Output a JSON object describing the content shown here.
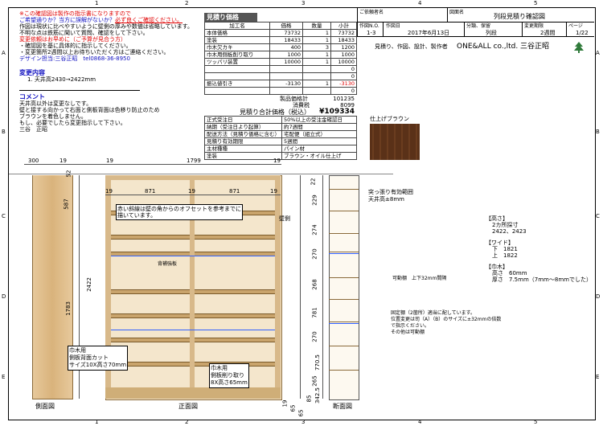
{
  "frame": {
    "cols": [
      "1",
      "2",
      "3",
      "4",
      "5"
    ],
    "rows": [
      "A",
      "B",
      "C",
      "D",
      "E"
    ]
  },
  "notice": {
    "lines": [
      {
        "text": "※この確認図は製作の指示書になりますので",
        "color": "red"
      },
      {
        "text": "ご希望通りか？当方に誤解がないか？",
        "color": "blue",
        "tail": "必ず良くご確認ください。",
        "tail_color": "red"
      },
      {
        "text": "作図は現状に比べやすいように壁側の厚みや数値は省略しています。",
        "color": "black"
      },
      {
        "text": "不明な点は鉄筋に聞いて質問、確認をして下さい。",
        "color": "black"
      },
      {
        "text": "変更依頼はお早めに（ご予算が見合う方）",
        "color": "red"
      },
      {
        "text": "・確認図を基に具体的に指示してください。",
        "color": "black"
      },
      {
        "text": "・変更箇所2週間以上お待ちいただく方はご連絡ください。",
        "color": "black"
      },
      {
        "text": "デザイン担当:三谷正昭　tel0868-36-8950",
        "color": "blue"
      }
    ]
  },
  "changes": {
    "title": "変更内容",
    "items": [
      "1. 天井高2430→2422mm"
    ]
  },
  "comment": {
    "title": "コメント",
    "lines": [
      "天井高以外は変更なしです。",
      "壁と接する向かって右面と側板背面は色移り防止のため",
      "ブラウンを着色しません。",
      "もし、必要でしたら変更指示して下さい。",
      "三谷　正昭"
    ]
  },
  "estimate": {
    "title": "見積り価格",
    "headers": [
      "加工名",
      "価格",
      "数量",
      "小計"
    ],
    "rows": [
      {
        "name": "本体価格",
        "price": "73732",
        "qty": "1",
        "sub": "73732"
      },
      {
        "name": "塗装",
        "price": "18433",
        "qty": "1",
        "sub": "18433"
      },
      {
        "name": "巾木欠カキ",
        "price": "400",
        "qty": "3",
        "sub": "1200"
      },
      {
        "name": "巾木用側板削り取り",
        "price": "1000",
        "qty": "1",
        "sub": "1000"
      },
      {
        "name": "ツッパリ装置",
        "price": "10000",
        "qty": "1",
        "sub": "10000"
      },
      {
        "name": "",
        "price": "",
        "qty": "",
        "sub": "0"
      },
      {
        "name": "",
        "price": "",
        "qty": "",
        "sub": "0"
      },
      {
        "name": "振込値引き",
        "price": "-3130",
        "qty": "1",
        "sub": "-3130",
        "sub_red": true
      },
      {
        "name": "",
        "price": "",
        "qty": "",
        "sub": "0"
      }
    ],
    "product_price_label": "製品価格計",
    "product_price": "101235",
    "tax_label": "消費税",
    "tax": "8099",
    "total_label": "見積り合計価格（税込）",
    "total": "¥109334",
    "info": [
      {
        "k": "正式受注日",
        "v": "50%以上の受注金確認日"
      },
      {
        "k": "納期（受注日より起算）",
        "v": "約7週間"
      },
      {
        "k": "配送方法（見積り価格に含む）",
        "v": "宅配便（組立式）"
      },
      {
        "k": "見積り有効期限",
        "v": "5週間"
      },
      {
        "k": "主材種種",
        "v": "パイン材"
      },
      {
        "k": "塗装",
        "v": "ブラウン・オイル仕上げ"
      }
    ]
  },
  "title_block": {
    "customer_label": "ご依頼者名",
    "drawing_label": "図面名",
    "drawing_name": "列段見積り確認図",
    "work_no_label": "作図N.O.",
    "work_no": "1-3",
    "date_label": "作図日",
    "date": "2017年6月13日",
    "category_label": "分類、保留",
    "category": "列段",
    "change_label": "変更期限",
    "change": "2週間",
    "page_label": "ページ",
    "page": "1/22",
    "maker_label": "見積り、作図、設計、製作者",
    "maker": "ONE&ALL co.,ltd. 三谷正昭",
    "logo": "tree-logo"
  },
  "finish": {
    "label": "仕上げブラウン",
    "color": "#5a3118"
  },
  "drawing": {
    "top_dims": [
      "300",
      "19",
      "19",
      "1799",
      "19"
    ],
    "front_dims": [
      "19",
      "871",
      "19",
      "871",
      "19"
    ],
    "side_heights": [
      "52",
      "587",
      "2422",
      "1783"
    ],
    "section_dims": [
      "22",
      "229",
      "274",
      "270",
      "268",
      "781",
      "270",
      "770.5",
      "265",
      "342.5",
      "19",
      "65",
      "65",
      "85"
    ],
    "wall_label": "壁側",
    "notes": {
      "offset": "赤い斜線は壁の角からのオフセットを参考までに描いています。",
      "rail": "背補強板",
      "jack_range": "突っ張り有効範囲\n天井高±8mm",
      "movable": "可動棚　上下32mm間隔",
      "fixed": "固定棚（2箇所）適当に配しています。\n位置変更は司（A）（B）のサイズに±32mmの倍数\nで指示ください。\nその他は可動棚",
      "baseboard_cut": "巾木用\n側板背面カット\nサイズ10X高さ70mm",
      "baseboard_cut2": "巾木用\n側板削り取り\n8X高さ65mm"
    },
    "specs": {
      "height_title": "【高さ】",
      "height_lines": [
        "2カ所採寸",
        "2422、2423"
      ],
      "width_title": "【ワイド】",
      "width_lines": [
        "下　1821",
        "上　1822"
      ],
      "skirting_title": "【巾木】",
      "skirting_lines": [
        "高さ　60mm",
        "厚さ　7.5mm（7mm〜8mmでした）"
      ]
    },
    "view_labels": {
      "side": "側面図",
      "front": "正面図",
      "section": "断面図"
    }
  }
}
